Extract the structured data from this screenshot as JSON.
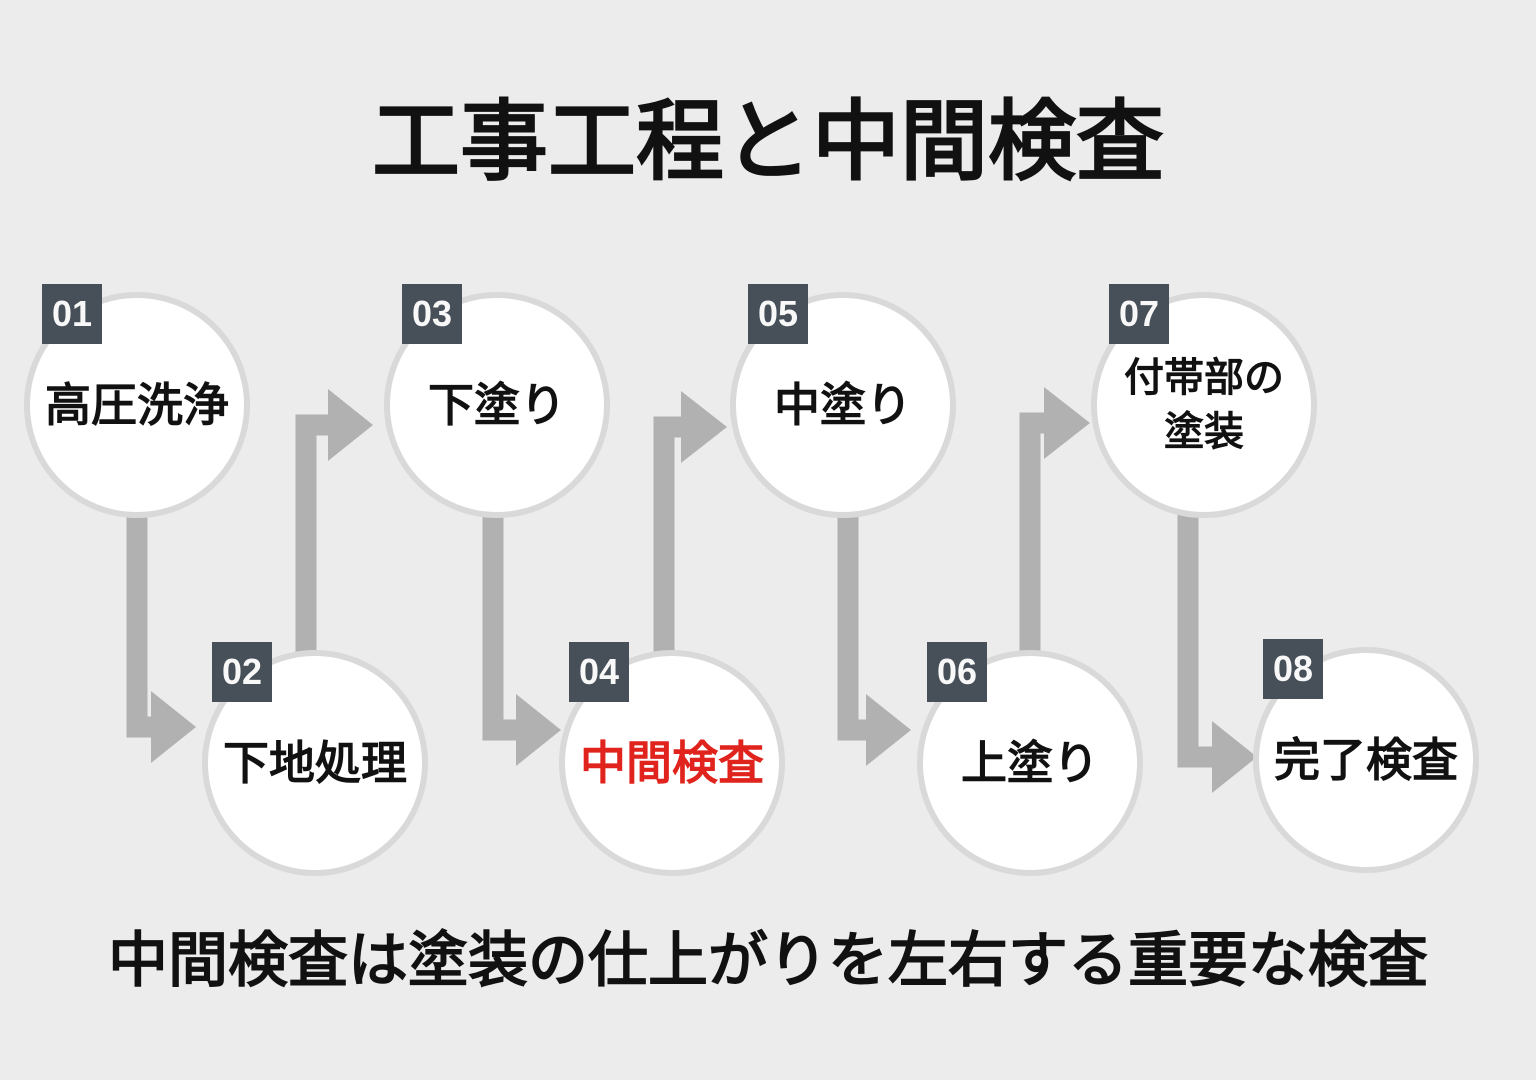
{
  "title": "工事工程と中間検査",
  "footer_note": "中間検査は塗装の仕上がりを左右する重要な検査",
  "steps": [
    {
      "number": "01",
      "label": "高圧洗浄"
    },
    {
      "number": "02",
      "label": "下地処理"
    },
    {
      "number": "03",
      "label": "下塗り"
    },
    {
      "number": "04",
      "label": "中間検査",
      "highlight": true
    },
    {
      "number": "05",
      "label": "中塗り"
    },
    {
      "number": "06",
      "label": "上塗り"
    },
    {
      "number": "07",
      "label": "付帯部の\n塗装"
    },
    {
      "number": "08",
      "label": "完了検査"
    }
  ],
  "colors": {
    "background": "#ececec",
    "circle_fill": "#ffffff",
    "circle_border": "#d9d9d9",
    "arrow": "#b1b1b1",
    "badge_background": "#474f59",
    "badge_text": "#f8f8f8",
    "text": "#111111",
    "highlight_red": "#e0231c"
  }
}
